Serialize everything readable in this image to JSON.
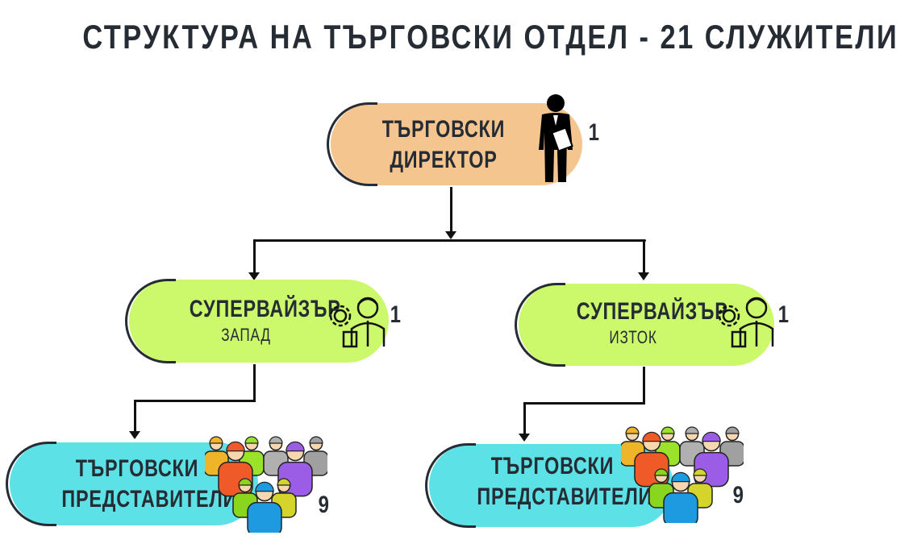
{
  "title": "СТРУКТУРА НА ТЪРГОВСКИ ОТДЕЛ - 21 СЛУЖИТЕЛИ",
  "director": {
    "line1": "ТЪРГОВСКИ",
    "line2": "ДИРЕКТОР",
    "count": "1",
    "icon": "businessman-icon",
    "color": "#f5c590"
  },
  "supervisors": [
    {
      "title": "СУПЕРВАЙЗЪР",
      "region": "ЗАПАД",
      "count": "1",
      "icon": "supervisor-gear-icon",
      "color": "#ccf86c"
    },
    {
      "title": "СУПЕРВАЙЗЪР",
      "region": "ИЗТОК",
      "count": "1",
      "icon": "supervisor-gear-icon",
      "color": "#ccf86c"
    }
  ],
  "representatives": [
    {
      "line1": "ТЪРГОВСКИ",
      "line2": "ПРЕДСТАВИТЕЛИ",
      "count": "9",
      "icon": "worker-group-icon",
      "color": "#5ce1e6"
    },
    {
      "line1": "ТЪРГОВСКИ",
      "line2": "ПРЕДСТАВИТЕЛИ",
      "count": "9",
      "icon": "worker-group-icon",
      "color": "#5ce1e6"
    }
  ]
}
